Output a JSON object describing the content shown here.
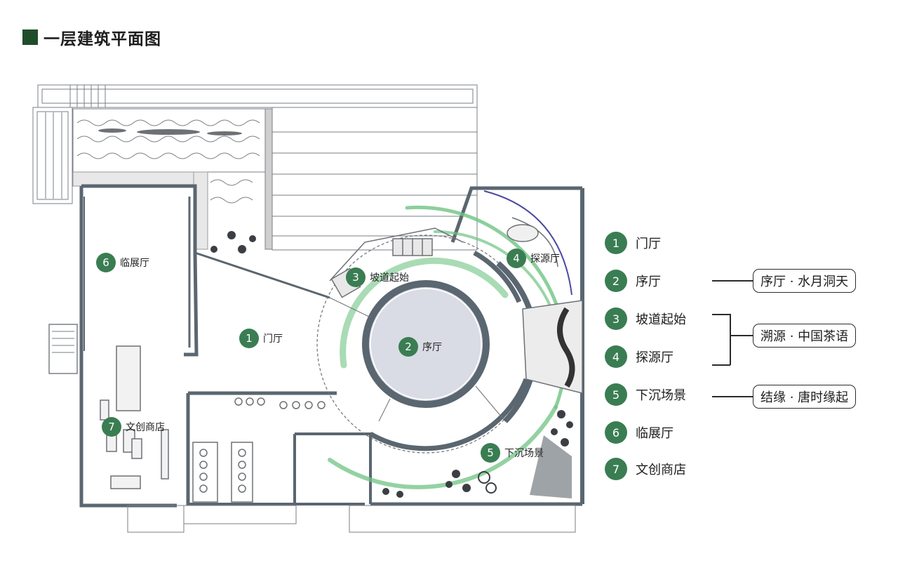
{
  "title": "一层建筑平面图",
  "plan_labels": [
    {
      "num": "1",
      "name": "门厅"
    },
    {
      "num": "2",
      "name": "序厅"
    },
    {
      "num": "3",
      "name": "坡道起始"
    },
    {
      "num": "4",
      "name": "探源厅"
    },
    {
      "num": "5",
      "name": "下沉场景"
    },
    {
      "num": "6",
      "name": "临展厅"
    },
    {
      "num": "7",
      "name": "文创商店"
    }
  ],
  "legend": [
    {
      "num": "1",
      "name": "门厅"
    },
    {
      "num": "2",
      "name": "序厅"
    },
    {
      "num": "3",
      "name": "坡道起始"
    },
    {
      "num": "4",
      "name": "探源厅"
    },
    {
      "num": "5",
      "name": "下沉场景"
    },
    {
      "num": "6",
      "name": "临展厅"
    },
    {
      "num": "7",
      "name": "文创商店"
    }
  ],
  "themes": [
    {
      "label": "序厅 · 水月洞天"
    },
    {
      "label": "溯源 · 中国茶语"
    },
    {
      "label": "结缘 · 唐时缘起"
    }
  ],
  "colors": {
    "accent": "#3a7d52",
    "title_square": "#1f4d2a",
    "wall": "#5a6670",
    "swirl": "#6fc383",
    "core": "#d9dce4"
  }
}
